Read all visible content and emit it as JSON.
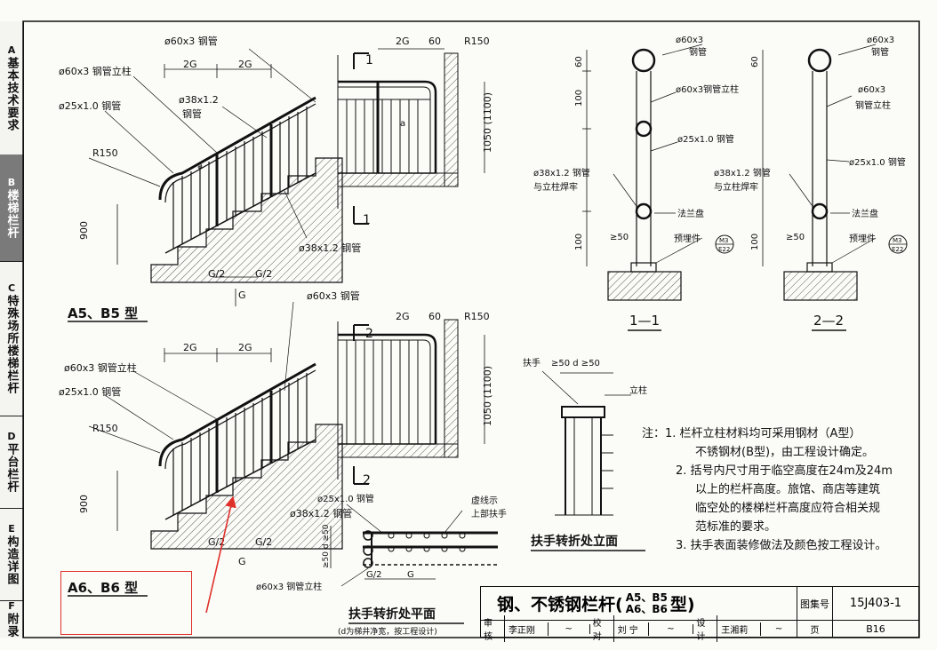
{
  "sidebar": {
    "items": [
      {
        "letter": "A",
        "label": "基本技术要求",
        "active": false
      },
      {
        "letter": "B",
        "label": "楼梯栏杆",
        "active": true
      },
      {
        "letter": "C",
        "label": "特殊场所楼梯栏杆",
        "active": false
      },
      {
        "letter": "D",
        "label": "平台栏杆",
        "active": false
      },
      {
        "letter": "E",
        "label": "构造详图",
        "active": false
      },
      {
        "letter": "F",
        "label": "附录",
        "active": false
      }
    ]
  },
  "top_view": {
    "label_pipe_60": "ø60x3 钢管",
    "label_post": "ø60x3 钢管立柱",
    "label_25": "ø25x1.0 钢管",
    "label_38": "ø38x1.2",
    "label_38b": "钢管",
    "label_38_bottom": "ø38x1.2 钢管",
    "r150": "R150",
    "dim_2g": "2G",
    "dim_a": "a",
    "dim_900": "900",
    "dim_g2": "G/2",
    "dim_g": "G",
    "caption": "A5、B5 型"
  },
  "bottom_view": {
    "label_pipe_60": "ø60x3 钢管",
    "label_post": "ø60x3 钢管立柱",
    "label_25": "ø25x1.0 钢管",
    "label_38_bottom": "ø38x1.2 钢管",
    "r150": "R150",
    "dim_2g": "2G",
    "dim_900": "900",
    "dim_g2": "G/2",
    "dim_g": "G",
    "caption": "A6、B6 型"
  },
  "side_view": {
    "dim_2g": "2G",
    "dim_60": "60",
    "r150": "R150",
    "height": "1050 (1100)",
    "sec1": "1",
    "sec2": "2",
    "dim_a": "a"
  },
  "section": {
    "pipe_60": "ø60x3",
    "pipe_60b": "钢管",
    "post": "ø60x3钢管立柱",
    "post2a": "ø60x3",
    "post2b": "钢管立柱",
    "pipe_25": "ø25x1.0 钢管",
    "pipe_38a": "ø38x1.2 钢管",
    "pipe_38b": "与立柱焊牢",
    "flange": "法兰盘",
    "embed": "预埋件",
    "badge_top": "M3",
    "badge_bottom": "E22",
    "dim_60": "60",
    "dim_100": "100",
    "dim_ge50": "≥50",
    "label_1": "1—1",
    "label_2": "2—2"
  },
  "handrail_elev": {
    "handrail": "扶手",
    "dims": "≥50 d ≥50",
    "post": "立柱",
    "title": "扶手转折处立面"
  },
  "handrail_plan": {
    "pipe_25": "ø25x1.0 钢管",
    "dashed_a": "虚线示",
    "dashed_b": "上部扶手",
    "post": "ø60x3 钢管立柱",
    "dim": "≥50 d ≥50",
    "dim_g2": "G/2",
    "dim_g": "G",
    "title": "扶手转折处平面",
    "subtitle": "(d为梯井净宽，按工程设计)"
  },
  "notes": {
    "lines": [
      "注：1. 栏杆立柱材料均可采用钢材（A型）",
      "不锈钢材(B型)，由工程设计确定。",
      "2. 括号内尺寸用于临空高度在24m及24m",
      "以上的栏杆高度。旅馆、商店等建筑",
      "临空处的楼梯栏杆高度应符合相关规",
      "范标准的要求。",
      "3. 扶手表面装修做法及颜色按工程设计。"
    ]
  },
  "title_block": {
    "title_main": "钢、不锈钢栏杆(",
    "title_t1": "A5、B5",
    "title_t2": "A6、B6",
    "title_end": "型)",
    "atlas_label": "图集号",
    "atlas_no": "15J403-1",
    "page_label": "页",
    "page_no": "B16",
    "review_label": "审核",
    "reviewer": "李正刚",
    "check_label": "校对",
    "checker": "刘 宁",
    "design_label": "设计",
    "designer": "王湘莉"
  },
  "colors": {
    "annotation": "#e0302a",
    "ink": "#111111",
    "sidebar_active": "#7a7a7a"
  }
}
